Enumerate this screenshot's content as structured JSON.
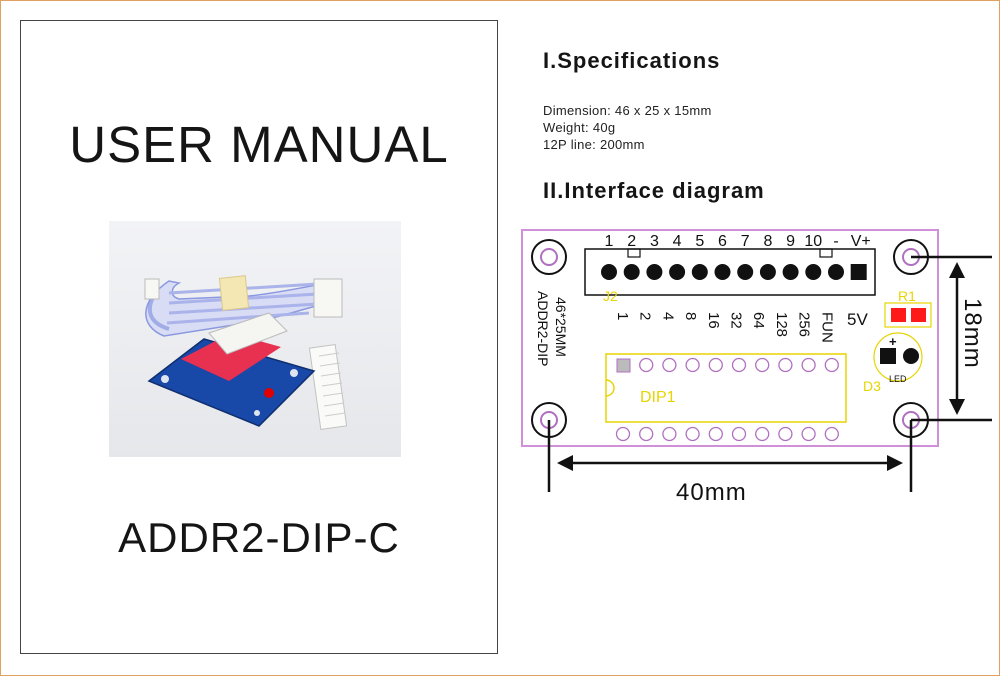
{
  "cover": {
    "title": "USER MANUAL",
    "model": "ADDR2-DIP-C"
  },
  "specifications": {
    "heading": "I.Specifications",
    "lines": [
      "Dimension: 46 x 25 x 15mm",
      "Weight: 40g",
      "12P  line: 200mm"
    ]
  },
  "interface": {
    "heading": "II.Interface diagram",
    "pin_numbers": [
      "1",
      "2",
      "3",
      "4",
      "5",
      "6",
      "7",
      "8",
      "9",
      "10",
      "-",
      "V+"
    ],
    "connector_label": "J2",
    "address_values": [
      "1",
      "2",
      "4",
      "8",
      "16",
      "32",
      "64",
      "128",
      "256",
      "FUN"
    ],
    "supply_label": "5V",
    "resistor_label": "R1",
    "dip_label": "DIP1",
    "led_label": "LED",
    "led_designator": "D3",
    "led_plus": "+",
    "board_size_label": "46*25MM",
    "board_name_label": "ADDR2-DIP",
    "dim_width": "40mm",
    "dim_height": "18mm"
  },
  "colors": {
    "board_outline": "#d090d8",
    "silkscreen_yellow": "#e8d400",
    "pad_purple": "#b070c0",
    "resistor_red": "#ff1a1a",
    "ribbon_blue": "#8a98e0",
    "pcb_blue": "#1848a8",
    "switch_red": "#e83050"
  }
}
